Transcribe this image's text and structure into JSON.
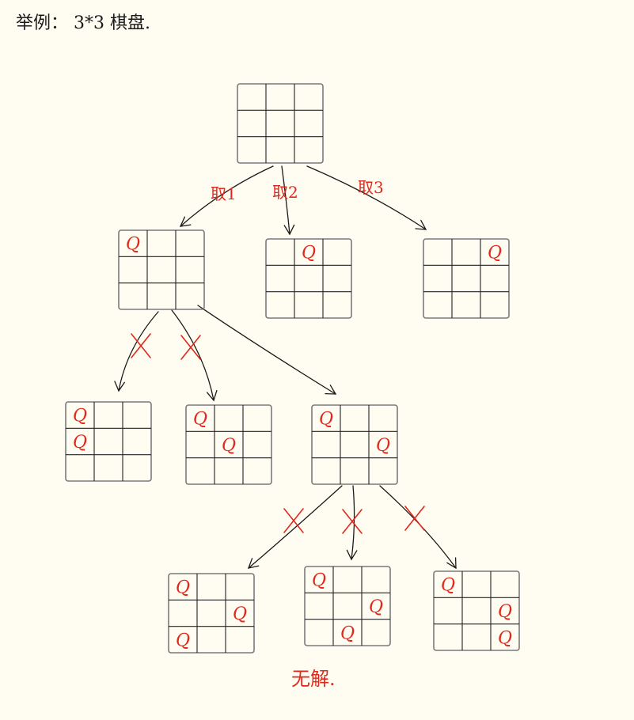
{
  "title": "举例： 3*3 棋盘.",
  "queen_mark": "Q",
  "conclusion": "无解.",
  "colors": {
    "ink": "#1a1a1a",
    "red": "#e0281c",
    "grid": "#7a7a7a",
    "background": "#fffdf2"
  },
  "tree": {
    "root": {
      "queens": []
    },
    "level1": [
      {
        "label": "取1",
        "queens": [
          [
            0,
            0
          ]
        ]
      },
      {
        "label": "取2",
        "queens": [
          [
            0,
            1
          ]
        ]
      },
      {
        "label": "取3",
        "queens": [
          [
            0,
            2
          ]
        ]
      }
    ],
    "level2": [
      {
        "queens": [
          [
            0,
            0
          ],
          [
            1,
            0
          ]
        ],
        "rejected": true
      },
      {
        "queens": [
          [
            0,
            0
          ],
          [
            1,
            1
          ]
        ],
        "rejected": true
      },
      {
        "queens": [
          [
            0,
            0
          ],
          [
            1,
            2
          ]
        ],
        "rejected": false
      }
    ],
    "level3": [
      {
        "queens": [
          [
            0,
            0
          ],
          [
            1,
            2
          ],
          [
            2,
            0
          ]
        ],
        "rejected": true
      },
      {
        "queens": [
          [
            0,
            0
          ],
          [
            1,
            2
          ],
          [
            2,
            1
          ]
        ],
        "rejected": true
      },
      {
        "queens": [
          [
            0,
            0
          ],
          [
            1,
            2
          ],
          [
            2,
            2
          ]
        ],
        "rejected": true
      }
    ]
  }
}
